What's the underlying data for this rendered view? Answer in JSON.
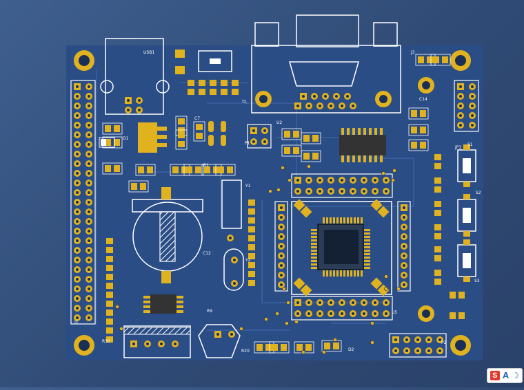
{
  "labels": {
    "usb": "USB1",
    "j2": "J2",
    "p1": "P1",
    "u2": "U2",
    "d1": "D1",
    "r9": "R9",
    "r1": "R1",
    "s1": "S1",
    "s2": "S2",
    "s3": "S3",
    "j1": "J1",
    "u5": "U5",
    "c12": "C12",
    "y2": "Y2",
    "y1": "Y1",
    "p2": "P2",
    "j3": "J3",
    "jp1": "JP1",
    "r20": "R20",
    "r30": "R30",
    "d2": "D2",
    "c14": "C14",
    "c7": "C7"
  },
  "colors": {
    "board": "#2b4d86",
    "copper": "#e0b21f",
    "silk": "#ffffff",
    "trace": "#3f68a8"
  }
}
